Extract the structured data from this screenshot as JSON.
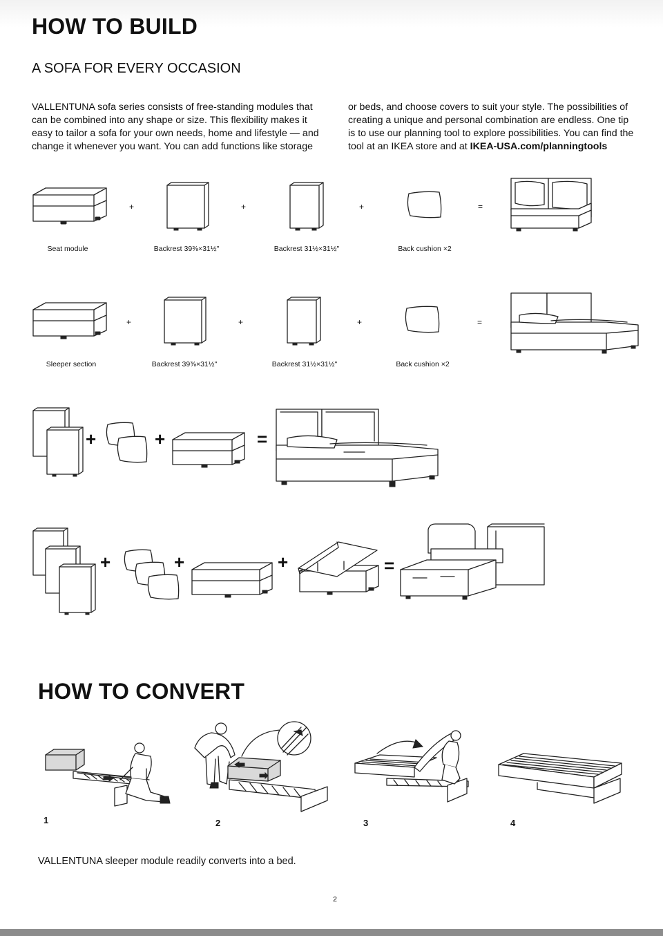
{
  "build": {
    "title": "HOW TO BUILD",
    "subtitle": "A SOFA FOR EVERY OCCASION",
    "col1": "VALLENTUNA sofa series consists of free-standing modules that can be combined into any shape or size. This flexibility makes it easy to tailor a sofa for your own needs, home and lifestyle — and change it whenever you want. You can add functions like storage",
    "col2_text": "or beds, and choose covers to suit your style. The possibilities of creating a unique and personal combination are endless. One tip is to use our planning tool to explore possibilities. You can find the tool at an IKEA store and at ",
    "col2_link": "IKEA-USA.com/planningtools"
  },
  "rows": [
    {
      "captions": [
        "Seat module",
        "Backrest 39⅜×31½\"",
        "Backrest 31½×31½\"",
        "Back cushion ×2"
      ],
      "ops": [
        "+",
        "+",
        "+",
        "="
      ]
    },
    {
      "captions": [
        "Sleeper section",
        "Backrest 39⅜×31½\"",
        "Backrest 31½×31½\"",
        "Back cushion ×2"
      ],
      "ops": [
        "+",
        "+",
        "+",
        "="
      ]
    }
  ],
  "combo_ops": {
    "row3": [
      "+",
      "+",
      "="
    ],
    "row4": [
      "+",
      "+",
      "+",
      "="
    ]
  },
  "convert": {
    "title": "HOW TO CONVERT",
    "steps": [
      "1",
      "2",
      "3",
      "4"
    ],
    "note": "VALLENTUNA sleeper module readily converts into a bed."
  },
  "page_number": "2",
  "icons": [
    "seat-module-icon",
    "backrest-wide-icon",
    "backrest-narrow-icon",
    "back-cushion-icon",
    "corner-sofa-icon",
    "sleeper-section-icon",
    "corner-bed-icon",
    "storage-ottoman-icon",
    "person-icon",
    "arrow-icon",
    "zipper-icon",
    "bed-frame-icon"
  ]
}
